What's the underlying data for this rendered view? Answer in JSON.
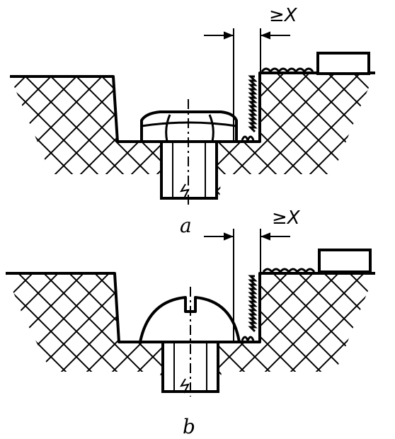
{
  "figure": {
    "panels": [
      {
        "id": "a",
        "label": "a",
        "dimension_text": "≥X",
        "fastener": "hexagon-head-bolt"
      },
      {
        "id": "b",
        "label": "b",
        "dimension_text": "≥X",
        "fastener": "round-head-slotted-screw"
      }
    ]
  }
}
